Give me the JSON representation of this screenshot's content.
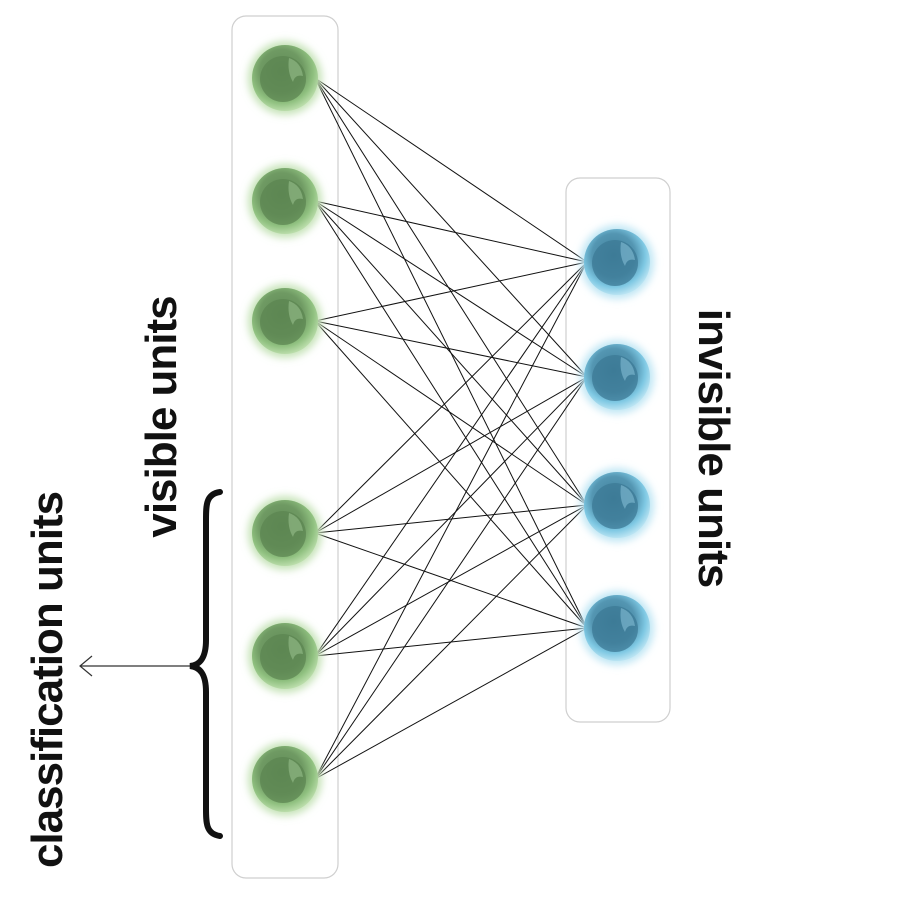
{
  "labels": {
    "visible": "visible units",
    "invisible": "invisible units",
    "classification": "classification units"
  },
  "layers": {
    "visible": {
      "count": 6,
      "color": "#8fc07f",
      "role": "visible units"
    },
    "hidden": {
      "count": 4,
      "color": "#7ec8e3",
      "role": "invisible units"
    }
  },
  "connections": "fully-connected",
  "classification_group": {
    "visible_units": [
      4,
      5,
      6
    ]
  },
  "icons": {
    "arrow": "arrow-left-icon",
    "brace": "curly-brace-icon"
  }
}
